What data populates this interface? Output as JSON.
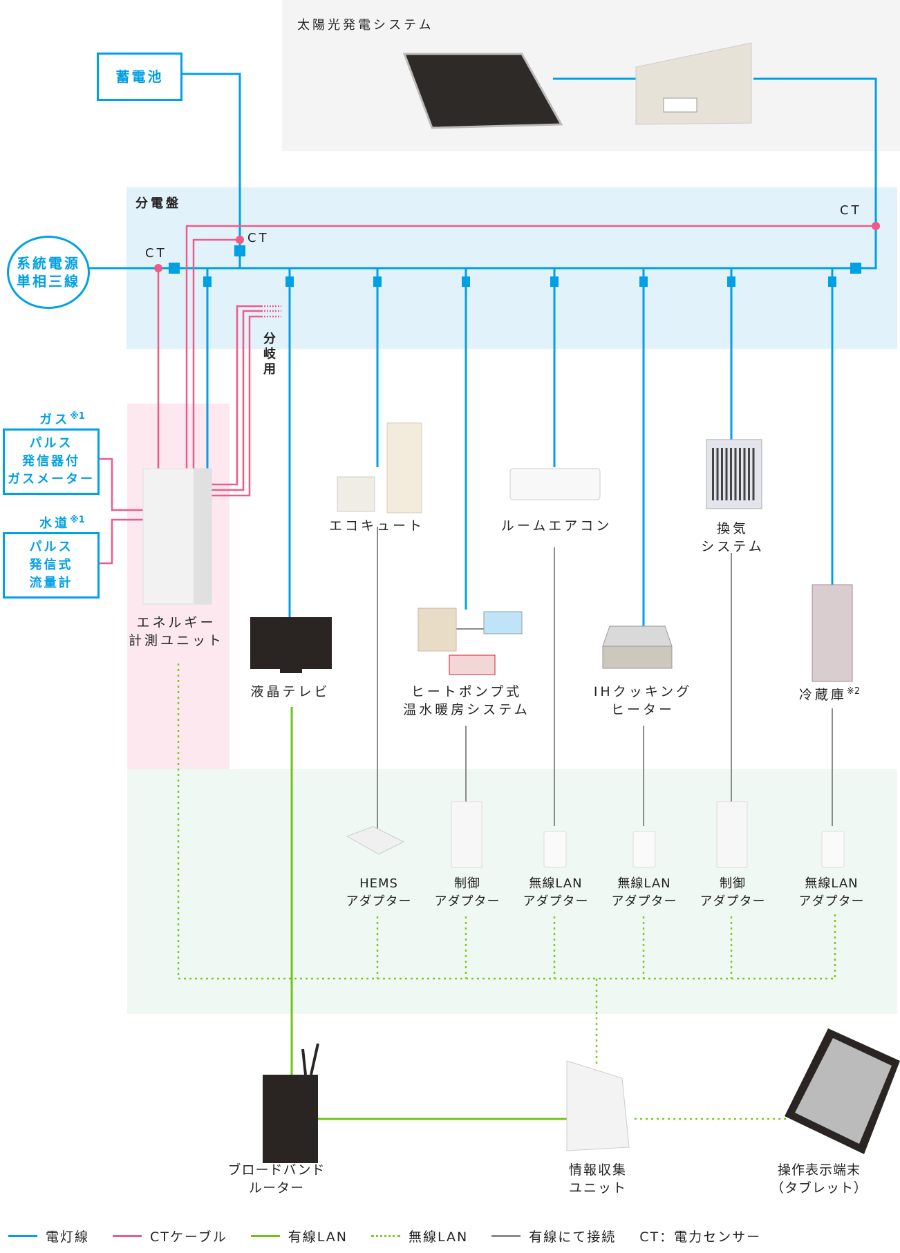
{
  "colors": {
    "power_line": "#00a0e6",
    "ct_cable": "#ee5b87",
    "wired_lan": "#6cc417",
    "wireless_lan": "#7ccc1f",
    "wired_connection": "#8a8a8a"
  },
  "solar": {
    "title": "太陽光発電システム"
  },
  "battery": {
    "label": "蓄電池"
  },
  "grid": {
    "label": "系統電源\n単相三線"
  },
  "panel": {
    "title": "分電盤",
    "ct_labels": [
      "CT",
      "CT",
      "CT"
    ],
    "branch_label": "分\n岐\n用"
  },
  "meters": [
    {
      "heading": "ガス",
      "note": "※1",
      "label": "パルス\n発信器付\nガスメーター"
    },
    {
      "heading": "水道",
      "note": "※1",
      "label": "パルス\n発信式\n流量計"
    }
  ],
  "energy_unit": {
    "label": "エネルギー\n計測ユニット"
  },
  "appliances": [
    {
      "id": "tv",
      "label": "液晶テレビ"
    },
    {
      "id": "ecocute",
      "label": "エコキュート"
    },
    {
      "id": "heatpump",
      "label": "ヒートポンプ式\n温水暖房システム"
    },
    {
      "id": "aircon",
      "label": "ルームエアコン"
    },
    {
      "id": "ih",
      "label": "IHクッキング\nヒーター"
    },
    {
      "id": "vent",
      "label": "換気\nシステム"
    },
    {
      "id": "fridge",
      "label": "冷蔵庫",
      "note": "※2"
    }
  ],
  "adapters": [
    {
      "label": "HEMS\nアダプター"
    },
    {
      "label": "制御\nアダプター"
    },
    {
      "label": "無線LAN\nアダプター"
    },
    {
      "label": "無線LAN\nアダプター"
    },
    {
      "label": "制御\nアダプター"
    },
    {
      "label": "無線LAN\nアダプター"
    }
  ],
  "network": {
    "router": "ブロードバンド\nルーター",
    "collector": "情報収集\nユニット",
    "tablet": "操作表示端末\n（タブレット）"
  },
  "legend": [
    {
      "style": "solid",
      "color_key": "power_line",
      "label": "電灯線"
    },
    {
      "style": "solid",
      "color_key": "ct_cable",
      "label": "CTケーブル"
    },
    {
      "style": "solid",
      "color_key": "wired_lan",
      "label": "有線LAN"
    },
    {
      "style": "dotted",
      "color_key": "wireless_lan",
      "label": "無線LAN"
    },
    {
      "style": "solid",
      "color_key": "wired_connection",
      "label": "有線にて接続"
    },
    {
      "style": "none",
      "color_key": "",
      "label": "CT：電力センサー"
    }
  ]
}
